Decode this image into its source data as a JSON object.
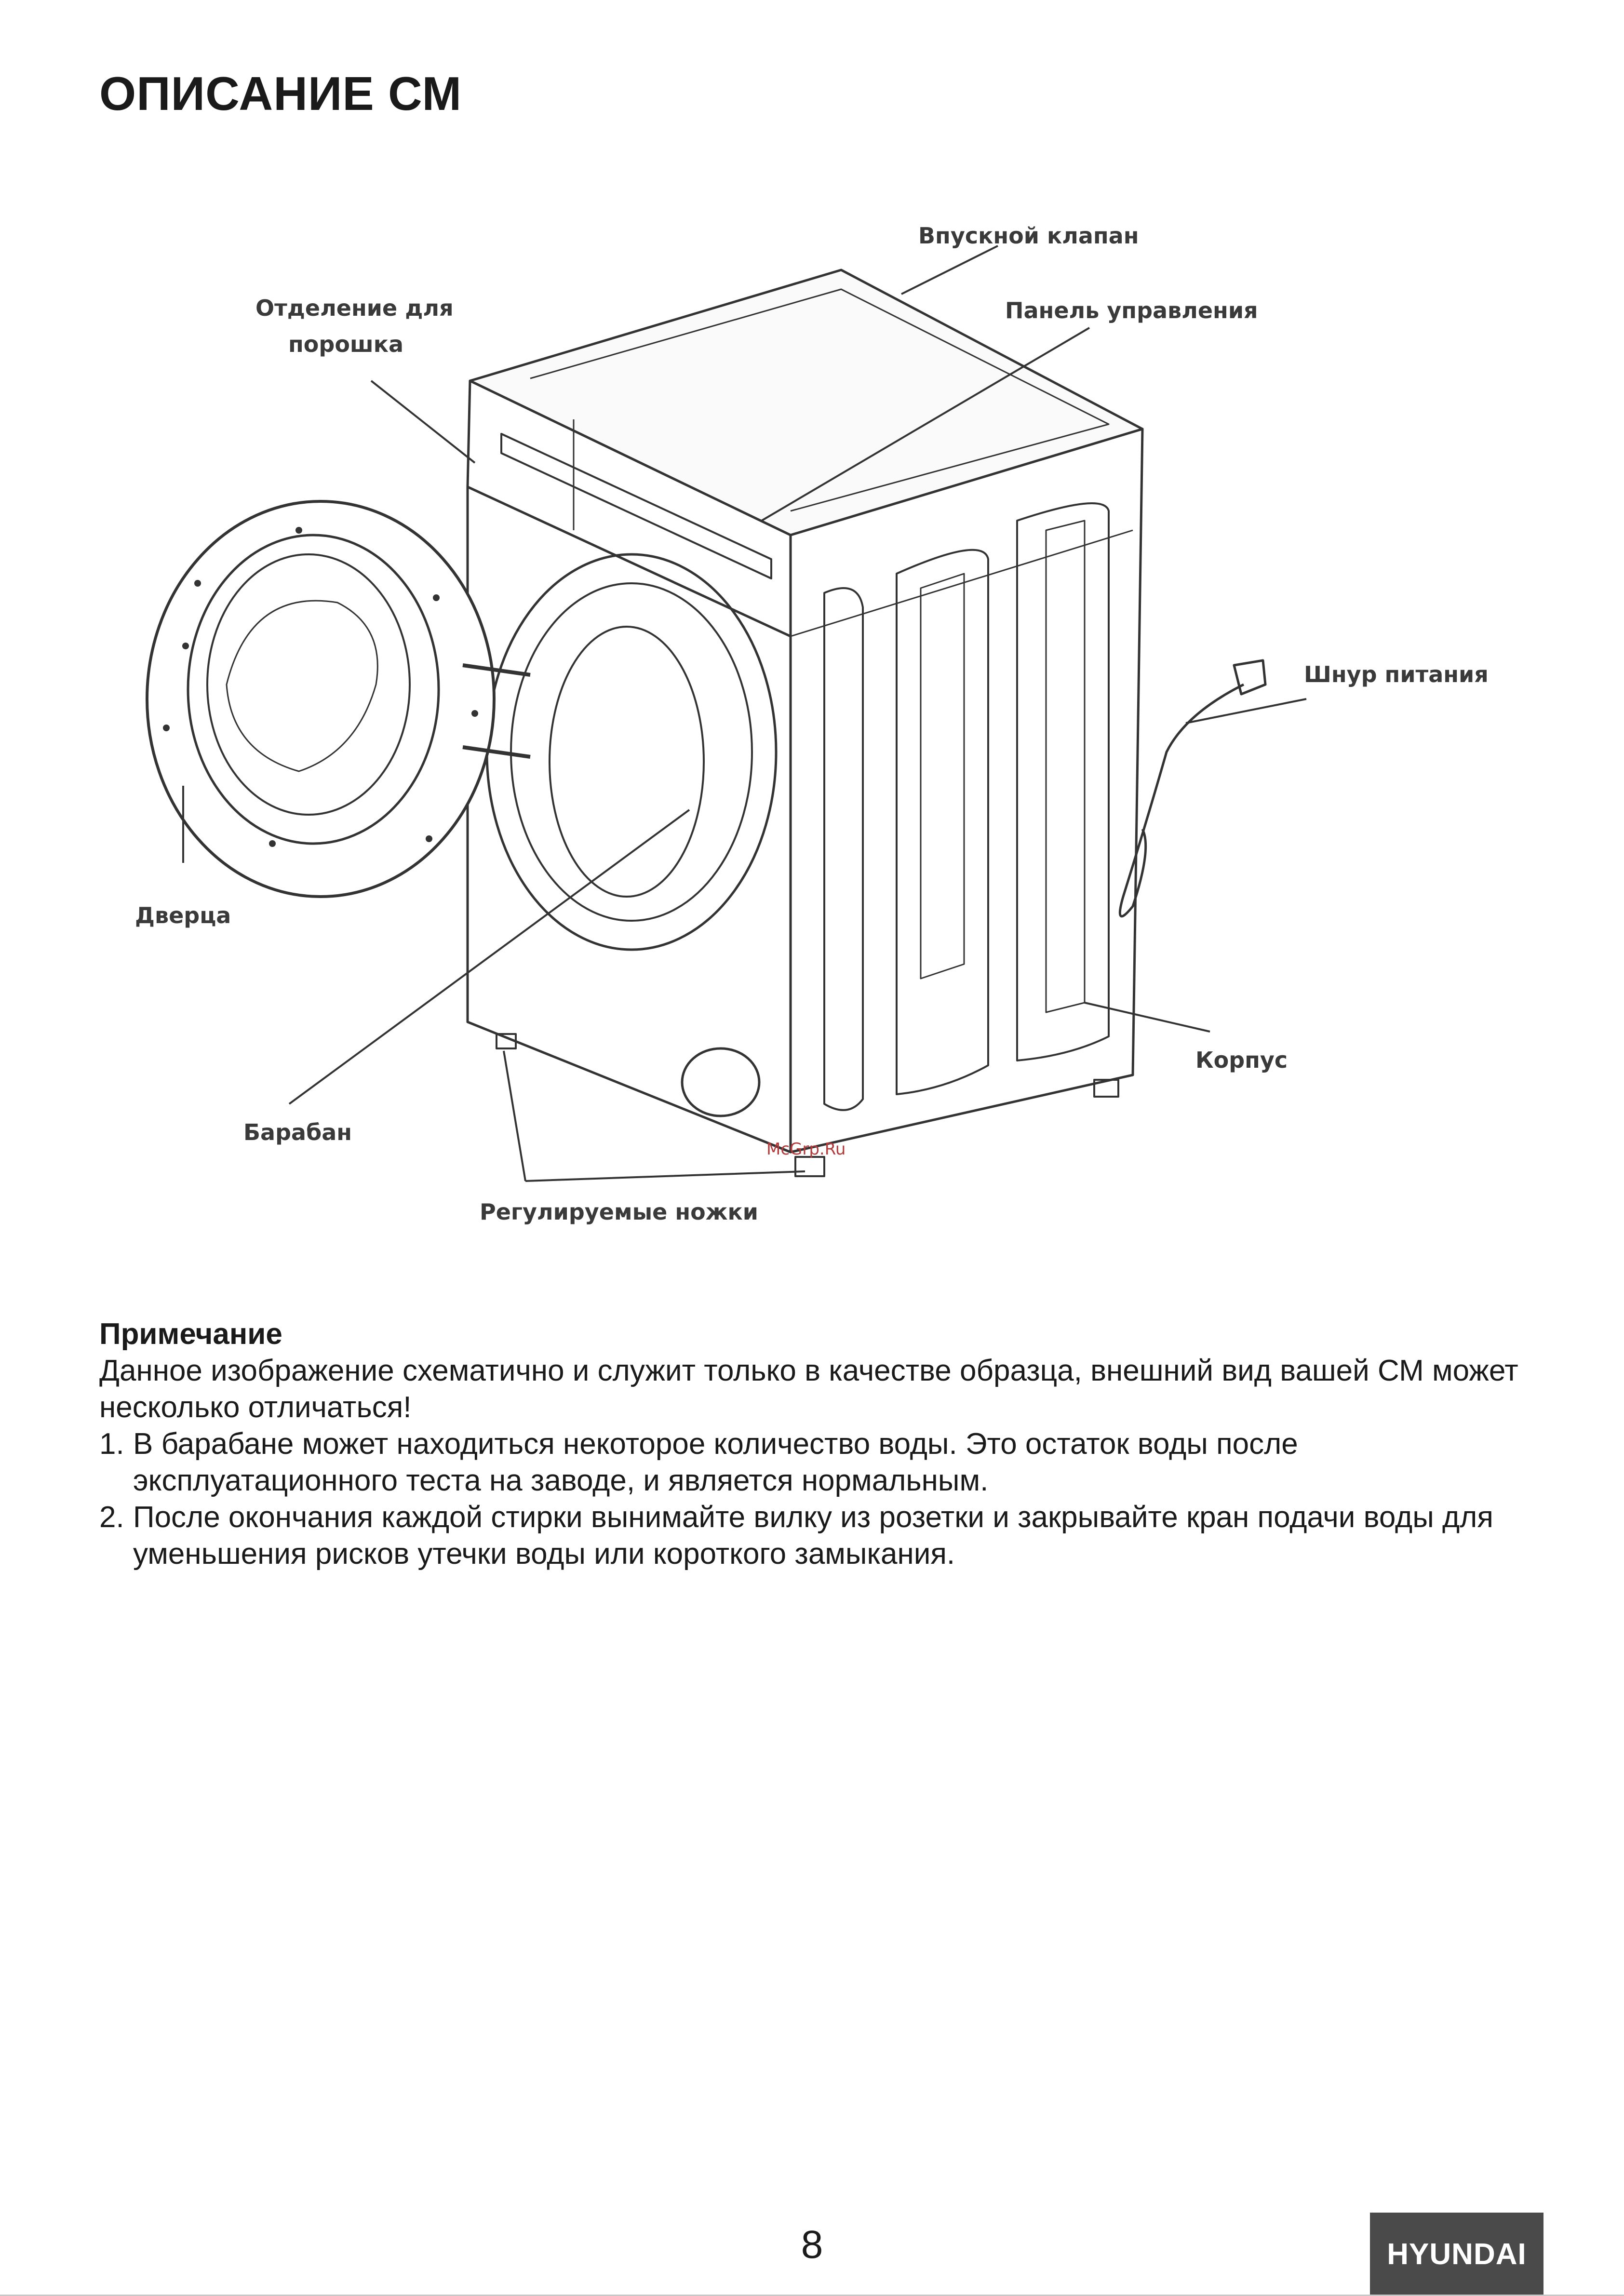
{
  "page_title": "ОПИСАНИЕ СМ",
  "diagram": {
    "labels": {
      "inlet_valve": "Впускной клапан",
      "control_panel": "Панель управления",
      "powder_compartment_line1": "Отделение для",
      "powder_compartment_line2": "порошка",
      "power_cord": "Шнур питания",
      "door": "Дверца",
      "body": "Корпус",
      "drum": "Барабан",
      "adjustable_feet": "Регулируемые ножки"
    },
    "watermark": "McGrp.Ru"
  },
  "note": {
    "heading": "Примечание",
    "intro": "Данное изображение схематично и служит только в качестве образца, внешний вид вашей СМ может несколько отличаться!",
    "items": [
      {
        "num": "1.",
        "text": "В барабане может находиться некоторое количество воды. Это остаток воды после эксплуатационного теста на заводе, и является нормальным."
      },
      {
        "num": "2.",
        "text": "После окончания каждой стирки вынимайте вилку из розетки и закрывайте кран подачи воды для уменьшения рисков утечки воды или короткого замыкания."
      }
    ]
  },
  "footer": {
    "page_number": "8",
    "brand": "HYUNDAI"
  }
}
